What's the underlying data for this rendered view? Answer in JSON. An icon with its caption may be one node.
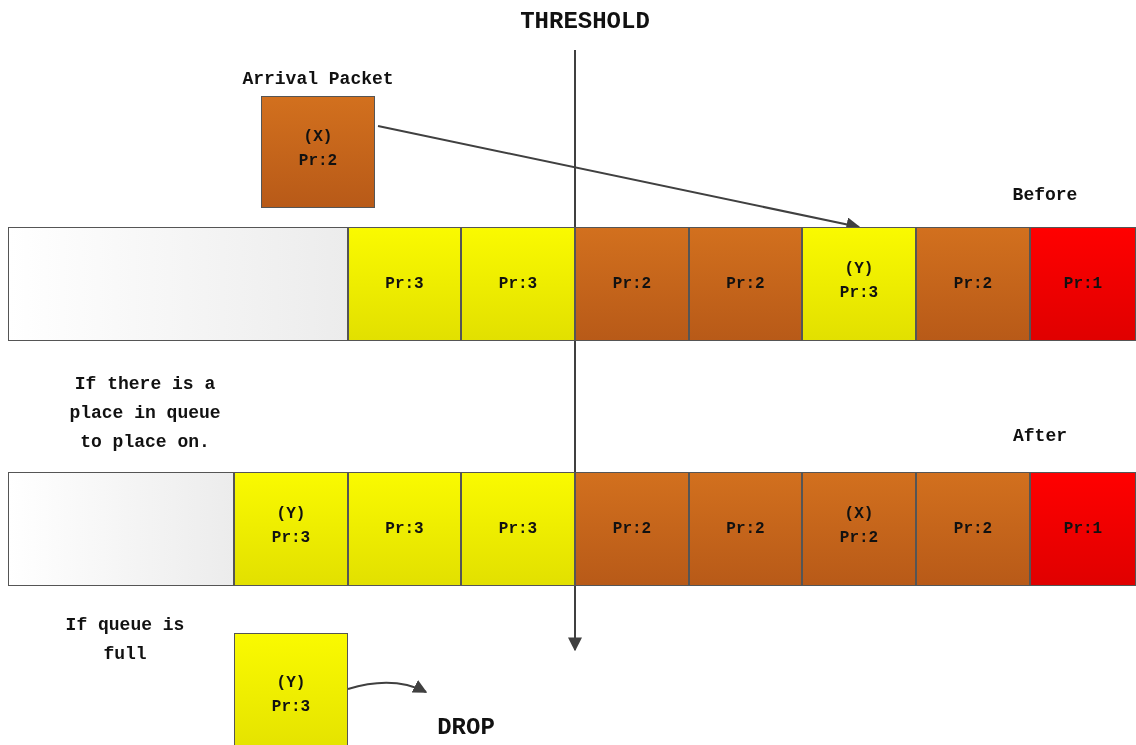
{
  "diagram": {
    "title": "THRESHOLD",
    "nodes": [
      {
        "text": [
          "Arrival Packet",
          "(X)",
          "Pr:2"
        ]
      },
      {
        "text": [],
        "shape": "box"
      },
      {
        "text": [
          "Pr:3"
        ]
      },
      {
        "text": [
          "Pr:3"
        ]
      },
      {
        "text": [
          "Pr:2"
        ]
      },
      {
        "text": [
          "Pr:2"
        ]
      },
      {
        "text": [
          "(Y)",
          "Pr:3"
        ]
      },
      {
        "text": [
          "Pr:2"
        ]
      },
      {
        "text": [
          "Pr:1"
        ]
      },
      {
        "text": [],
        "shape": "box"
      },
      {
        "text": [
          "(Y)",
          "Pr:3"
        ]
      },
      {
        "text": [
          "Pr:3"
        ]
      },
      {
        "text": [
          "Pr:3"
        ]
      },
      {
        "text": [
          "Pr:2"
        ]
      },
      {
        "text": [
          "Pr:2"
        ]
      },
      {
        "text": [
          "(X)",
          "Pr:2"
        ]
      },
      {
        "text": [
          "Pr:2"
        ]
      },
      {
        "text": [
          "Pr:1"
        ]
      },
      {
        "text": [
          "(Y)",
          "Pr:3"
        ]
      },
      {
        "text": [
          "DROP"
        ]
      }
    ],
    "edges": [
      {
        "from": 0,
        "to": 6,
        "arrow": "to"
      },
      {
        "from": 18,
        "to": 19,
        "arrow": "to"
      }
    ],
    "labels": [
      "Before",
      "If there is a place in queue to place on.",
      "After",
      "If queue is full"
    ]
  }
}
